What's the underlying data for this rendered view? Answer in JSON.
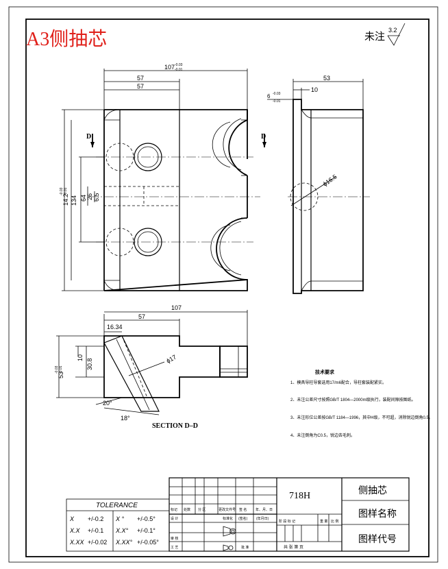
{
  "header": {
    "title": "A3侧抽芯",
    "title_color": "#e0201a",
    "roughness_label": "未注",
    "roughness_value": "3.2"
  },
  "front_view": {
    "dims": {
      "overall_width": "107",
      "overall_width_tol_upper": "-0.03",
      "overall_width_tol_lower": "-0.01",
      "half_width_a": "57",
      "half_width_b": "57",
      "height_overall": "14.2",
      "height_tol_upper": "-0.03",
      "height_tol_lower": "-0.01",
      "height_134": "134",
      "height_64": "64",
      "height_26": "26",
      "height_65": "6.5"
    },
    "section_mark_left": "D",
    "section_mark_right": "D"
  },
  "side_view": {
    "dims": {
      "width_53": "53",
      "width_10": "10",
      "step_6": "6",
      "step_tol_upper": "-0.03",
      "step_tol_lower": "-0.01",
      "hole_dia": "ϕ16.5"
    }
  },
  "section_view": {
    "label": "SECTION D–D",
    "dims": {
      "overall_107": "107",
      "width_57": "57",
      "offset_16_34": "16.34",
      "thick_10": "10",
      "height_30_8": "30.8",
      "height_53": "53",
      "height_tol_upper": "-0.03",
      "height_tol_lower": "-0.01",
      "hole_17": "ϕ17",
      "angle_20": "20°",
      "angle_18": "18°"
    }
  },
  "notes": {
    "heading": "技术要求",
    "items": [
      "1、模具导柱导套选用17/m6配合，导柱套装配紧实。",
      "2、未注公差尺寸按照GB/T 1804—2000m级执行，装配间隙按图纸。",
      "3、未注形位公差按GB/T 1184—1996，其中H级，不可超，消除锐边倒角0.5。",
      "4、未注倒角为C0.5，锐边去毛刺。"
    ]
  },
  "tolerance": {
    "title": "TOLERANCE",
    "rows": [
      {
        "lin_key": "X",
        "lin_val": "+/-0.2",
        "ang_key": "X °",
        "ang_val": "+/-0.5°"
      },
      {
        "lin_key": "X.X",
        "lin_val": "+/-0.1",
        "ang_key": "X.X°",
        "ang_val": "+/-0.1°"
      },
      {
        "lin_key": "X.XX",
        "lin_val": "+/-0.02",
        "ang_key": "X.XX°",
        "ang_val": "+/-0.05°"
      }
    ]
  },
  "title_block": {
    "material": "718H",
    "part_name": "侧抽芯",
    "drawing_name_label": "图样名称",
    "drawing_code_label": "图样代号",
    "revision_headers": [
      "标记",
      "处数",
      "分 区",
      "更改文件号",
      "签 名",
      "年、月、日"
    ],
    "design_label": "设 计",
    "standardized_label": "标准化",
    "signature_label": "(签名)",
    "date_label": "(年月日)",
    "review_label": "审 核",
    "process_label": "工 艺",
    "approve_label": "批 准",
    "stage_headers": [
      "阶 段 标 记",
      "重 量",
      "比 例"
    ],
    "sheet_label": "共    张    第    页"
  }
}
